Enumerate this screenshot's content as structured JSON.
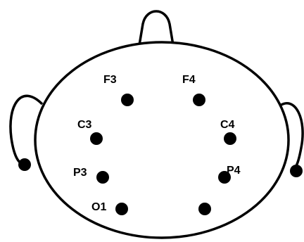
{
  "colors": {
    "stroke": "#000000",
    "fill": "#ffffff",
    "electrode": "#000000"
  },
  "electrodes": {
    "f3": {
      "label": "F3"
    },
    "f4": {
      "label": "F4"
    },
    "c3": {
      "label": "C3"
    },
    "c4": {
      "label": "C4"
    },
    "p3": {
      "label": "P3"
    },
    "p4": {
      "label": "P4"
    },
    "o1": {
      "label": "O1"
    },
    "o2": {
      "label": ""
    }
  }
}
